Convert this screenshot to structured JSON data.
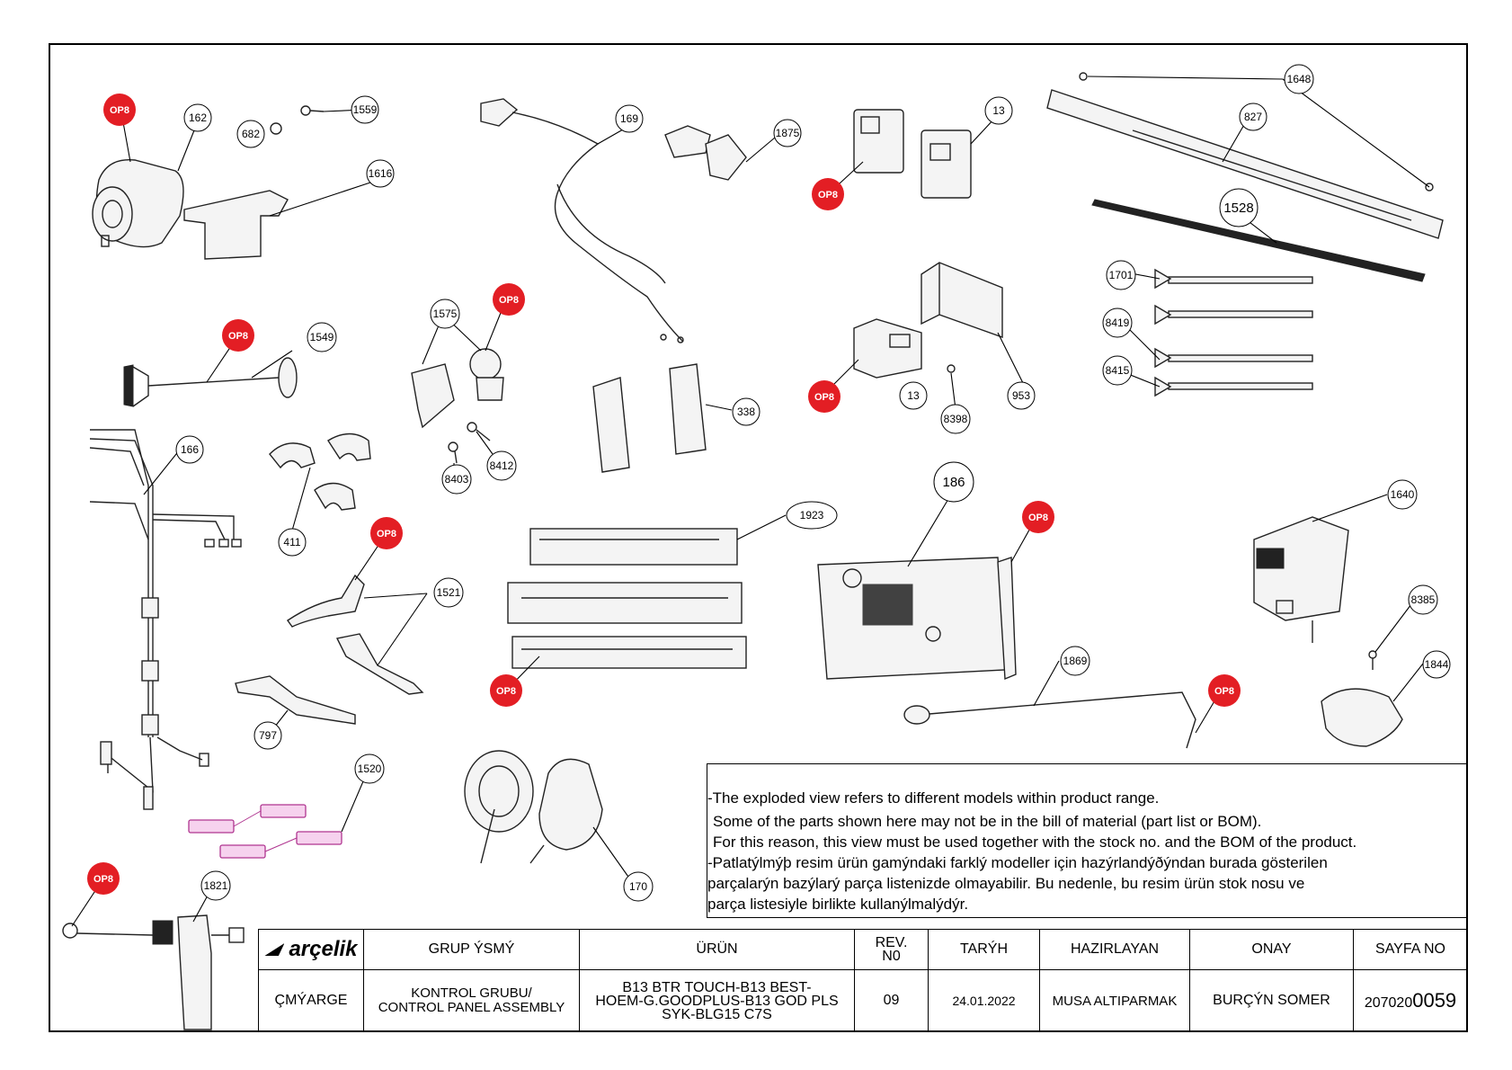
{
  "part_labels": {
    "p162": "162",
    "p682": "682",
    "p1559": "1559",
    "p1616": "1616",
    "p169": "169",
    "p1875": "1875",
    "p13a": "13",
    "p1648": "1648",
    "p827": "827",
    "p1528": "1528",
    "p1549": "1549",
    "p1575": "1575",
    "p1701": "1701",
    "p8419": "8419",
    "p8415": "8415",
    "p953": "953",
    "p13b": "13",
    "p8398": "8398",
    "p338": "338",
    "p166": "166",
    "p411": "411",
    "p8412": "8412",
    "p8403": "8403",
    "p186": "186",
    "p1923": "1923",
    "p1640": "1640",
    "p1521": "1521",
    "p8385": "8385",
    "p1844": "1844",
    "p1869": "1869",
    "p797": "797",
    "p1520": "1520",
    "p170": "170",
    "p1821": "1821"
  },
  "op_badge": "OP8",
  "notes": {
    "line1": "-The exploded view refers to different models within product range.",
    "line2": "Some of the parts shown here may not be in the bill of material (part list or BOM).",
    "line3": "For this reason, this view must be used together with the stock no. and the BOM of the product.",
    "line4": "-Patlatýlmýþ resim ürün gamýndaki farklý modeller için hazýrlandýðýndan burada gösterilen",
    "line5": "parçalarýn bazýlarý parça listenizde olmayabilir. Bu nedenle, bu resim ürün stok nosu ve",
    "line6": "parça listesiyle birlikte kullanýlmalýdýr."
  },
  "title_block": {
    "brand": "arçelik",
    "grup_header": "GRUP ÝSMÝ",
    "urun_header": "ÜRÜN",
    "rev_header_1": "REV.",
    "rev_header_2": "N0",
    "tarih_header": "TARÝH",
    "hazirlayan_header": "HAZIRLAYAN",
    "onay_header": "ONAY",
    "sayfa_header": "SAYFA NO",
    "category": "ÇMÝARGE",
    "grup_1": "KONTROL GRUBU/",
    "grup_2": "CONTROL PANEL ASSEMBLY",
    "urun_1": "B13 BTR TOUCH-B13 BEST-",
    "urun_2": "HOEM-G.GOODPLUS-B13 GOD PLS",
    "urun_3": "SYK-BLG15 C7S",
    "rev": "09",
    "tarih": "24.01.2022",
    "hazirlayan": "MUSA ALTIPARMAK",
    "onay": "BURÇÝN SOMER",
    "sayfa_prefix": "207020",
    "sayfa_suffix": "0059"
  },
  "colors": {
    "op_badge": "#e31e24",
    "connector": "#b03590"
  }
}
